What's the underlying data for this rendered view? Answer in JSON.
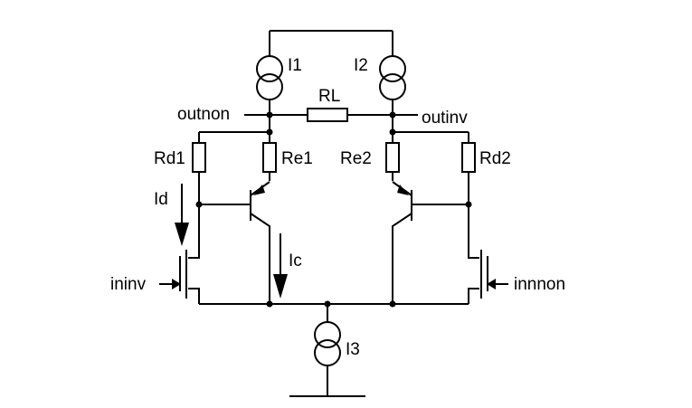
{
  "labels": {
    "i1": "I1",
    "i2": "I2",
    "i3": "I3",
    "rl": "RL",
    "outnon": "outnon",
    "outinv": "outinv",
    "rd1": "Rd1",
    "re1": "Re1",
    "re2": "Re2",
    "rd2": "Rd2",
    "id": "Id",
    "ic": "Ic",
    "ininv": "ininv",
    "innnon": "innnon"
  },
  "colors": {
    "line": "#000000",
    "background": "#ffffff"
  }
}
